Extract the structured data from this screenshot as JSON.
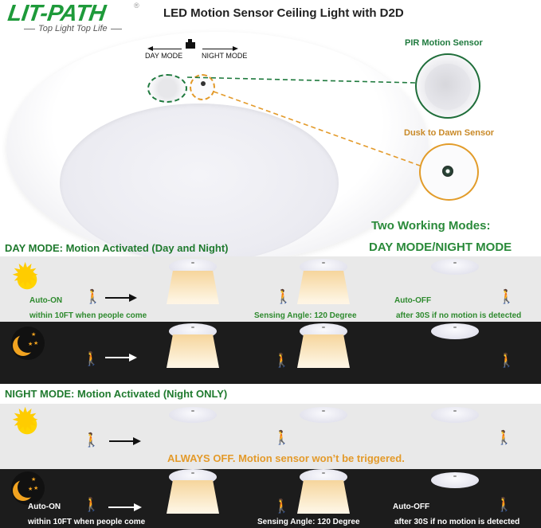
{
  "header": {
    "brand": "LIT-PATH",
    "brand_mark": "®",
    "tagline": "Top Light Top Life",
    "title": "LED Motion Sensor Ceiling Light with D2D"
  },
  "hero": {
    "day_mode_label": "DAY MODE",
    "night_mode_label": "NIGHT MODE",
    "pir_label": "PIR Motion Sensor",
    "d2d_label": "Dusk to Dawn Sensor",
    "modes_heading": "Two Working Modes:",
    "modes_subheading": "DAY MODE/NIGHT MODE"
  },
  "day_mode": {
    "heading": "DAY MODE: Motion Activated (Day and Night)",
    "auto_on": "Auto-ON",
    "auto_on_detail": "within 10FT when people come",
    "sensing_angle": "Sensing Angle: 120 Degree",
    "auto_off": "Auto-OFF",
    "auto_off_detail": "after 30S if no motion is detected"
  },
  "night_mode": {
    "heading": "NIGHT MODE: Motion Activated (Night ONLY)",
    "always_off": "ALWAYS OFF. Motion sensor won’t be triggered.",
    "auto_on": "Auto-ON",
    "auto_on_detail": "within 10FT when people come",
    "sensing_angle": "Sensing Angle: 120 Degree",
    "auto_off": "Auto-OFF",
    "auto_off_detail": "after 30S if no motion is detected"
  },
  "icons": {
    "walker": "🚶",
    "sun": "sun-icon",
    "moon": "moon-icon"
  },
  "colors": {
    "brand_green": "#1e9a3a",
    "pir_green": "#1f7a3e",
    "d2d_orange": "#e39a2a",
    "dark_band": "#1c1c1c",
    "light_band": "#e9e9e9"
  }
}
